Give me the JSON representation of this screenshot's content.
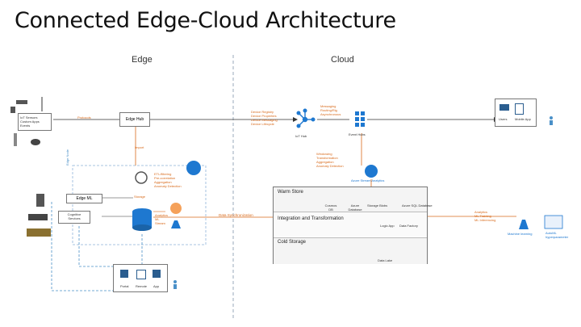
{
  "title": "Connected Edge-Cloud Architecture",
  "sections": {
    "edge": "Edge",
    "cloud": "Cloud"
  },
  "colors": {
    "orange": "#d86a1b",
    "blue": "#1e78d0",
    "dashed_blue": "#4a90c8",
    "divider": "#9ab"
  },
  "edge": {
    "iot_box": [
      "IoT Sensors",
      "Custom Apps",
      "Events"
    ],
    "protocols": "Protocols",
    "edge_hub": "Edge Hub",
    "import_label": "Import",
    "edge_node_label": "Edge Node",
    "edge_ml": "Edge ML",
    "cognitive": [
      "Cognitive",
      "Services"
    ],
    "storage_label": "Storage",
    "edge_processing": [
      "ETL/filtering",
      "Pre-correlation",
      "Aggregation",
      "Anomaly Detection"
    ],
    "small_labels": [
      "Analytics",
      "ML",
      "Stream"
    ],
    "output_labels": [
      "Portal",
      "Remote",
      "App"
    ]
  },
  "link": {
    "messaging": [
      "Device Registry",
      "Device Properties",
      "Device Messaging",
      "Device Lifecycle"
    ],
    "data_sync": "Data Synchronization"
  },
  "cloud": {
    "iot_hub": "IoT Hub",
    "hub_labels": [
      "Messaging",
      "Routing/Rig",
      "Asynchronous"
    ],
    "event_hubs": "Event Hubs",
    "stream_transform": [
      "Windowing",
      "Transformation",
      "Aggregation",
      "Anomaly Detection"
    ],
    "stream_analytics": "Azure Stream Analytics",
    "warm_store": "Warm Store",
    "integration": "Integration and Transformation",
    "cold_storage": "Cold Storage",
    "services": [
      "Cosmos DB",
      "Azure Database",
      "Storage Blobs",
      "Azure SQL Database",
      "Logic App",
      "Data Factory",
      "Data Lake"
    ],
    "ml_labels": [
      "Analytics",
      "ML Training",
      "ML Inferencing"
    ],
    "machine_learning": "Machine learning",
    "automl": [
      "AutoML",
      "hyperparameter"
    ],
    "dashboard_labels": [
      "Users",
      "Mobile App"
    ]
  }
}
